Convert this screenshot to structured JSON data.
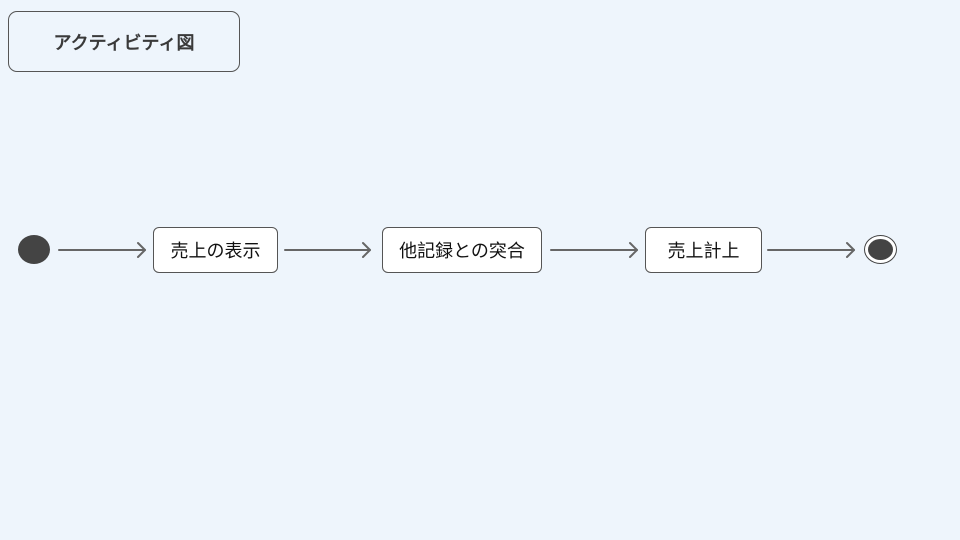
{
  "diagram": {
    "title": "アクティビティ図",
    "start_node": "initial-node",
    "actions": [
      {
        "label": "売上の表示"
      },
      {
        "label": "他記録との突合"
      },
      {
        "label": "売上計上"
      }
    ],
    "end_node": "final-node",
    "colors": {
      "background": "#eef5fc",
      "node_fill": "#444444",
      "arrow": "#666666",
      "action_fill": "#ffffff"
    }
  }
}
